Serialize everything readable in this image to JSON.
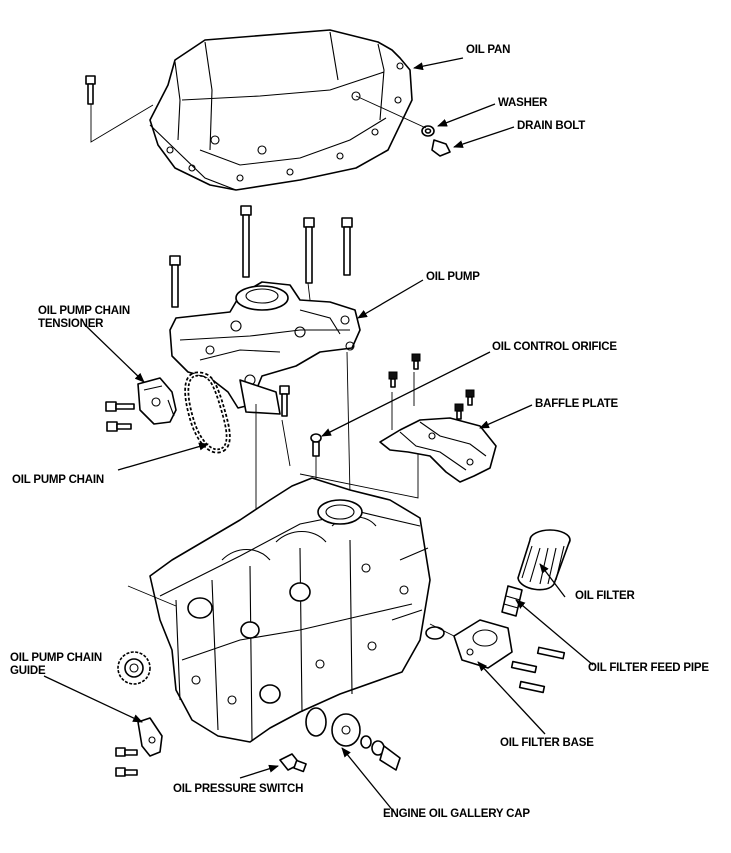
{
  "labels": {
    "oil_pan": "OIL PAN",
    "washer": "WASHER",
    "drain_bolt": "DRAIN BOLT",
    "oil_pump": "OIL PUMP",
    "tensioner_line1": "OIL PUMP CHAIN",
    "tensioner_line2": "TENSIONER",
    "oil_control_orifice": "OIL CONTROL ORIFICE",
    "baffle_plate": "BAFFLE PLATE",
    "oil_pump_chain": "OIL PUMP CHAIN",
    "oil_filter": "OIL FILTER",
    "oil_filter_feed_pipe": "OIL FILTER FEED PIPE",
    "guide_line1": "OIL PUMP CHAIN",
    "guide_line2": "GUIDE",
    "oil_filter_base": "OIL FILTER BASE",
    "oil_pressure_switch": "OIL PRESSURE SWITCH",
    "engine_oil_gallery_cap": "ENGINE OIL GALLERY CAP"
  },
  "colors": {
    "ink": "#000000",
    "paper": "#ffffff"
  }
}
